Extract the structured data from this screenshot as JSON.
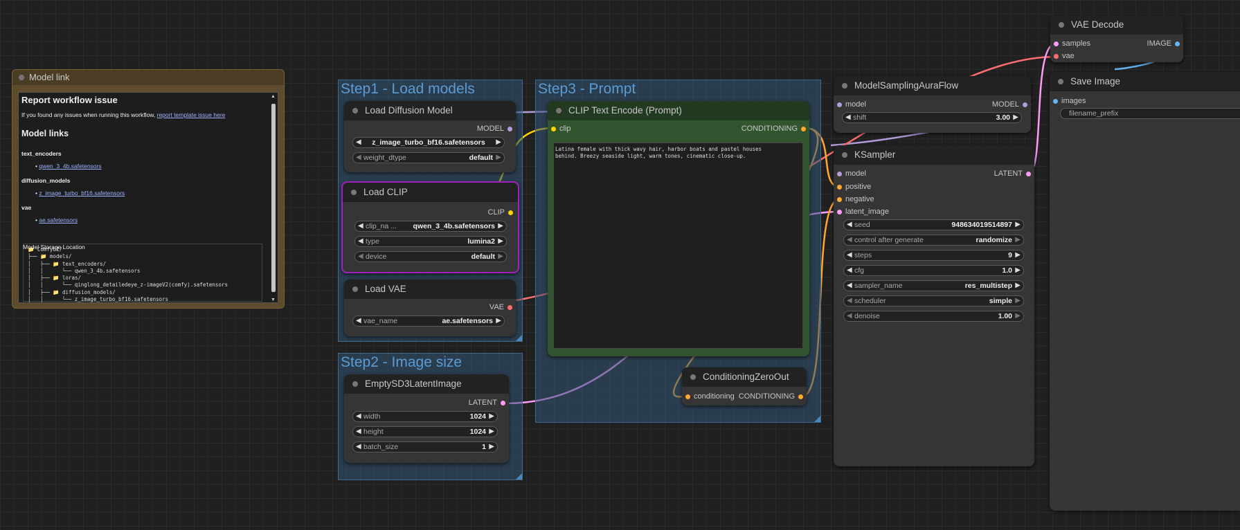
{
  "groups": {
    "step1": "Step1 - Load models",
    "step2": "Step2 - Image size",
    "step3": "Step3 - Prompt"
  },
  "model_link": {
    "title": "Model link",
    "report_heading": "Report workflow issue",
    "report_text": "If you found any issues when running this workflow,",
    "report_link": "report template issue here",
    "links_heading": "Model links",
    "text_encoders_label": "text_encoders",
    "text_encoders_file": "qwen_3_4b.safetensors",
    "diffusion_models_label": "diffusion_models",
    "diffusion_models_file": "z_image_turbo_bf16.safetensors",
    "vae_label": "vae",
    "vae_file": "ae.safetensors",
    "storage_label": "Model Storage Location",
    "tree": "📁 ComfyUI/\n├── 📁 models/\n│   ├── 📁 text_encoders/\n│   │      └── qwen_3_4b.safetensors\n│   ├── 📁 loras/\n│   │      └── qinglong_detailedeye_z-imageV2(comfy).safetensors\n│   ├── 📁 diffusion_models/\n│   │      └── z_image_turbo_bf16.safetensors\n│   └── 📁 vae/\n│          └── ae.safetensors"
  },
  "load_diffusion": {
    "title": "Load Diffusion Model",
    "out_model": "MODEL",
    "unet_name": "z_image_turbo_bf16.safetensors",
    "weight_dtype_label": "weight_dtype",
    "weight_dtype": "default"
  },
  "load_clip": {
    "title": "Load CLIP",
    "out_clip": "CLIP",
    "clip_name_label": "clip_na ...",
    "clip_name": "qwen_3_4b.safetensors",
    "type_label": "type",
    "type": "lumina2",
    "device_label": "device",
    "device": "default"
  },
  "load_vae": {
    "title": "Load VAE",
    "out_vae": "VAE",
    "vae_name_label": "vae_name",
    "vae_name": "ae.safetensors"
  },
  "empty_latent": {
    "title": "EmptySD3LatentImage",
    "out_latent": "LATENT",
    "width_label": "width",
    "width": "1024",
    "height_label": "height",
    "height": "1024",
    "batch_label": "batch_size",
    "batch": "1"
  },
  "clip_encode": {
    "title": "CLIP Text Encode (Prompt)",
    "in_clip": "clip",
    "out_cond": "CONDITIONING",
    "prompt": "Latina female with thick wavy hair, harbor boats and pastel houses\nbehind. Breezy seaside light, warm tones, cinematic close-up."
  },
  "cond_zero": {
    "title": "ConditioningZeroOut",
    "in_cond": "conditioning",
    "out_cond": "CONDITIONING"
  },
  "model_sampling": {
    "title": "ModelSamplingAuraFlow",
    "in_model": "model",
    "out_model": "MODEL",
    "shift_label": "shift",
    "shift": "3.00"
  },
  "ksampler": {
    "title": "KSampler",
    "in_model": "model",
    "in_positive": "positive",
    "in_negative": "negative",
    "in_latent": "latent_image",
    "out_latent": "LATENT",
    "seed_label": "seed",
    "seed": "948634019514897",
    "control_label": "control after generate",
    "control": "randomize",
    "steps_label": "steps",
    "steps": "9",
    "cfg_label": "cfg",
    "cfg": "1.0",
    "sampler_label": "sampler_name",
    "sampler": "res_multistep",
    "scheduler_label": "scheduler",
    "scheduler": "simple",
    "denoise_label": "denoise",
    "denoise": "1.00"
  },
  "vae_decode": {
    "title": "VAE Decode",
    "in_samples": "samples",
    "in_vae": "vae",
    "out_image": "IMAGE"
  },
  "save_image": {
    "title": "Save Image",
    "in_images": "images",
    "prefix_label": "filename_prefix"
  },
  "colors": {
    "model": "#b39ddb",
    "clip": "#ffd500",
    "vae": "#ff6e6e",
    "conditioning": "#ffa931",
    "latent": "#ff9cf9",
    "image": "#64b5f6"
  }
}
